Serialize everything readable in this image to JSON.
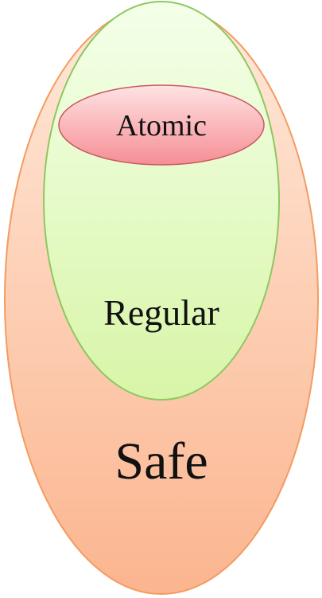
{
  "diagram": {
    "nodes": [
      {
        "id": "safe",
        "label": "Safe",
        "fill_top": "#FFE9DA",
        "fill_bottom": "#FBB58F",
        "stroke": "#F39C62"
      },
      {
        "id": "regular",
        "label": "Regular",
        "fill_top": "#F4FFE9",
        "fill_bottom": "#D8F5A8",
        "stroke": "#8DC860"
      },
      {
        "id": "atomic",
        "label": "Atomic",
        "fill_top": "#FFE3E3",
        "fill_bottom": "#F58E95",
        "stroke": "#C95A60"
      }
    ],
    "relations": [
      {
        "outer": "safe",
        "inner": "regular"
      },
      {
        "outer": "regular",
        "inner": "atomic"
      }
    ]
  }
}
